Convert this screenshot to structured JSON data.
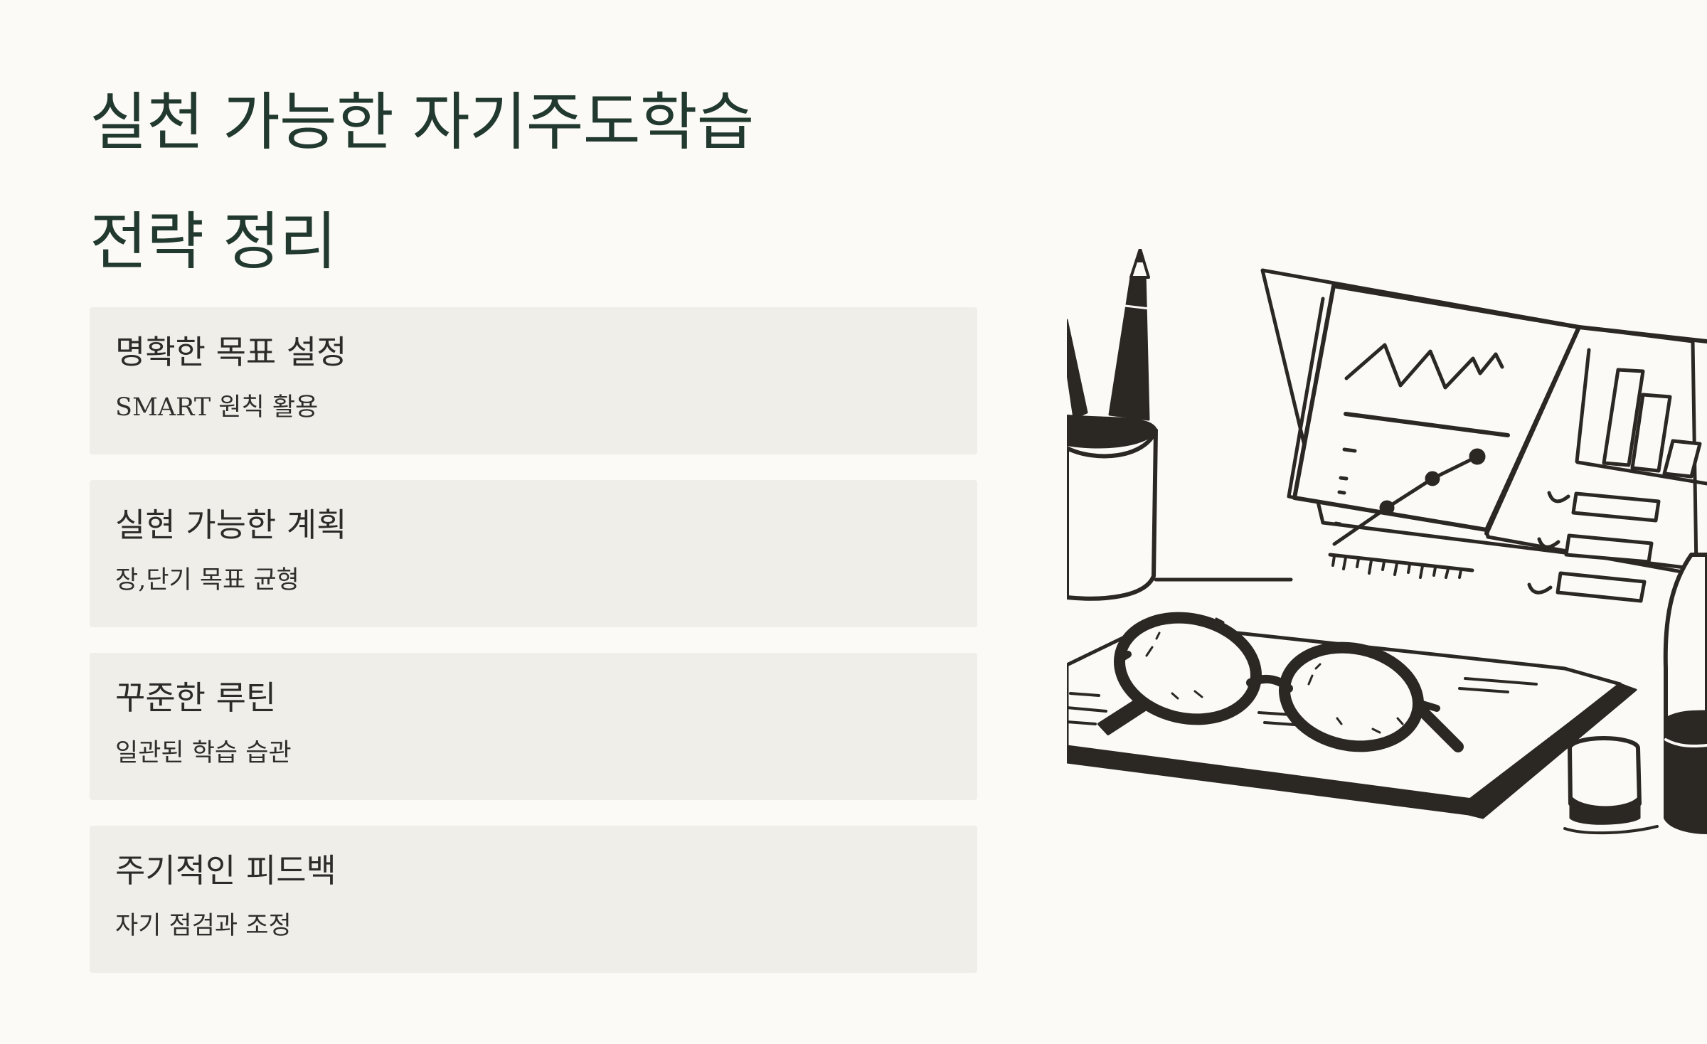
{
  "slide": {
    "title_line1": "실천 가능한 자기주도학습",
    "title_line2": "전략 정리"
  },
  "strategies": [
    {
      "title": "명확한 목표 설정",
      "description": "SMART 원칙 활용"
    },
    {
      "title": "실현 가능한 계획",
      "description": "장,단기 목표 균형"
    },
    {
      "title": "꾸준한 루틴",
      "description": "일관된 학습 습관"
    },
    {
      "title": "주기적인 피드백",
      "description": "자기 점검과 조정"
    }
  ],
  "illustration": {
    "subject": "desk-study-illustration",
    "colors": {
      "ink": "#2b2723",
      "paper": "#fbfaf6"
    }
  },
  "theme": {
    "background": "#fbfaf6",
    "title_color": "#21392f",
    "card_background": "#f0eee8"
  }
}
